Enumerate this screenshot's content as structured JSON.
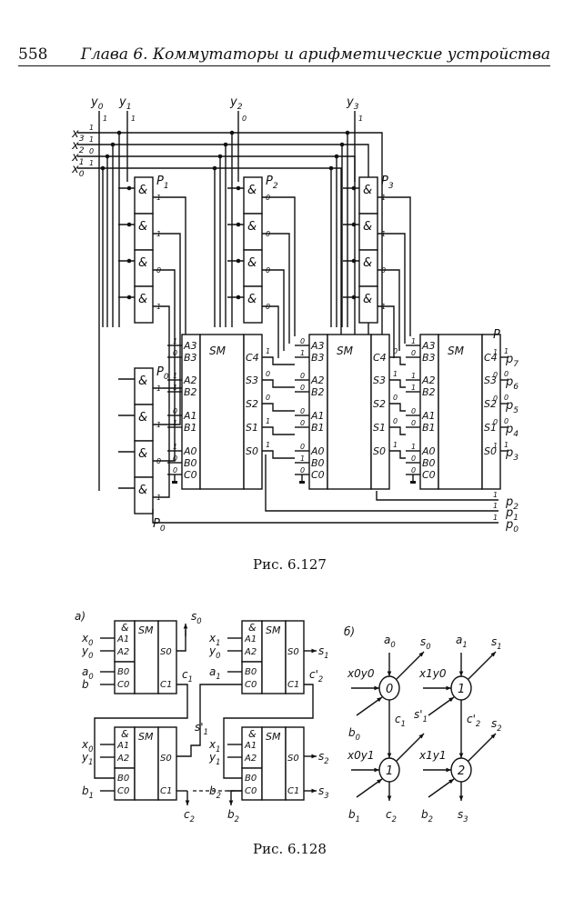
{
  "header": {
    "page_number": "558",
    "running_title": "Глава 6.  Коммутаторы и арифметические устройства"
  },
  "figure_127": {
    "caption": "Рис. 6.127",
    "y_inputs": [
      {
        "label": "y0",
        "value": "1"
      },
      {
        "label": "y1",
        "value": "1"
      },
      {
        "label": "y2",
        "value": "0"
      },
      {
        "label": "y3",
        "value": "1"
      }
    ],
    "x_inputs": [
      {
        "label": "x3",
        "value": "1"
      },
      {
        "label": "x2",
        "value": "1"
      },
      {
        "label": "x1",
        "value": "0"
      },
      {
        "label": "x0",
        "value": "1"
      }
    ],
    "and_groups": [
      {
        "label": "P1",
        "gate_symbol": "&",
        "outputs": [
          "1",
          "1",
          "0",
          "1"
        ]
      },
      {
        "label": "P2",
        "gate_symbol": "&",
        "outputs": [
          "0",
          "0",
          "0",
          "0"
        ]
      },
      {
        "label": "P3",
        "gate_symbol": "&",
        "outputs": [
          "1",
          "1",
          "0",
          "1"
        ]
      },
      {
        "label": "P0",
        "gate_symbol": "&",
        "outputs": [
          "1",
          "1",
          "0",
          "1"
        ]
      }
    ],
    "adders": [
      {
        "name": "SM",
        "inputs": [
          {
            "pin": "A3",
            "value": "1"
          },
          {
            "pin": "B3",
            "value": "0"
          },
          {
            "pin": "A2",
            "value": "1"
          },
          {
            "pin": "B2",
            "value": "1"
          },
          {
            "pin": "A1",
            "value": "0"
          },
          {
            "pin": "B1",
            "value": "1"
          },
          {
            "pin": "A0",
            "value": "1"
          },
          {
            "pin": "B0",
            "value": "0"
          },
          {
            "pin": "C0",
            "value": "0"
          }
        ],
        "outputs": [
          {
            "pin": "C4",
            "value": "1"
          },
          {
            "pin": "S3",
            "value": "0"
          },
          {
            "pin": "S2",
            "value": "0"
          },
          {
            "pin": "S1",
            "value": "1"
          },
          {
            "pin": "S0",
            "value": "1"
          }
        ]
      },
      {
        "name": "SM",
        "inputs": [
          {
            "pin": "A3",
            "value": "0"
          },
          {
            "pin": "B3",
            "value": "1"
          },
          {
            "pin": "A2",
            "value": "0"
          },
          {
            "pin": "B2",
            "value": "0"
          },
          {
            "pin": "A1",
            "value": "0"
          },
          {
            "pin": "B1",
            "value": "0"
          },
          {
            "pin": "A0",
            "value": "0"
          },
          {
            "pin": "B0",
            "value": "1"
          },
          {
            "pin": "C0",
            "value": "0"
          }
        ],
        "outputs": [
          {
            "pin": "C4",
            "value": "0"
          },
          {
            "pin": "S3",
            "value": "1"
          },
          {
            "pin": "S2",
            "value": "0"
          },
          {
            "pin": "S1",
            "value": "0"
          },
          {
            "pin": "S0",
            "value": "1"
          }
        ]
      },
      {
        "name": "SM",
        "inputs": [
          {
            "pin": "A3",
            "value": "1"
          },
          {
            "pin": "B3",
            "value": "0"
          },
          {
            "pin": "A2",
            "value": "1"
          },
          {
            "pin": "B2",
            "value": "1"
          },
          {
            "pin": "A1",
            "value": "0"
          },
          {
            "pin": "B1",
            "value": "0"
          },
          {
            "pin": "A0",
            "value": "1"
          },
          {
            "pin": "B0",
            "value": "0"
          },
          {
            "pin": "C0",
            "value": "0"
          }
        ],
        "outputs": [
          {
            "pin": "C4",
            "value": "1"
          },
          {
            "pin": "S3",
            "value": "0"
          },
          {
            "pin": "S2",
            "value": "0"
          },
          {
            "pin": "S1",
            "value": "0"
          },
          {
            "pin": "S0",
            "value": "1"
          }
        ]
      }
    ],
    "product_label": "P",
    "product_outputs": [
      {
        "label": "p7",
        "value": "1"
      },
      {
        "label": "p6",
        "value": "0"
      },
      {
        "label": "p5",
        "value": "0"
      },
      {
        "label": "p4",
        "value": "0"
      },
      {
        "label": "p3",
        "value": "1"
      },
      {
        "label": "p2",
        "value": "1"
      },
      {
        "label": "p1",
        "value": "1"
      },
      {
        "label": "p0",
        "value": "1"
      }
    ]
  },
  "figure_128": {
    "caption": "Рис. 6.128",
    "part_a_label": "а)",
    "part_b_label": "б)",
    "part_a_cells": [
      {
        "gate": "&",
        "sm": "SM",
        "in_a1": "x0",
        "in_a2": "y0",
        "in_b0": "a0",
        "in_c0": "b",
        "out_s0": "s0",
        "out_c1": "c1",
        "pins": [
          "A1",
          "A2",
          "B0",
          "C0",
          "S0",
          "C1"
        ]
      },
      {
        "gate": "&",
        "sm": "SM",
        "in_a1": "x1",
        "in_a2": "y0",
        "in_b0": "a1",
        "in_c0": "",
        "out_s0": "s1",
        "out_c1": "c'2",
        "pins": [
          "A1",
          "A2",
          "B0",
          "C0",
          "S0",
          "C1"
        ]
      },
      {
        "gate": "&",
        "sm": "SM",
        "in_a1": "x0",
        "in_a2": "y1",
        "in_b0": "",
        "in_c0": "b1",
        "out_s0": "s'1",
        "out_c1": "c2",
        "pins": [
          "A1",
          "A2",
          "B0",
          "C0",
          "S0",
          "C1"
        ]
      },
      {
        "gate": "&",
        "sm": "SM",
        "in_a1": "x1",
        "in_a2": "y1",
        "in_b0": "",
        "in_c0": "b2",
        "out_s0": "s2",
        "out_c1": "s3",
        "pins": [
          "A1",
          "A2",
          "B0",
          "C0",
          "S0",
          "C1"
        ]
      }
    ],
    "part_b_nodes": [
      {
        "id": "0",
        "in_top": "a0",
        "in_left": "x0y0",
        "in_diag": "b0",
        "out_diag": "s0",
        "out_down": "c1"
      },
      {
        "id": "1",
        "in_top": "a1",
        "in_left": "x1y0",
        "in_diag": "s'1",
        "out_diag": "s1",
        "out_down": "c'2"
      },
      {
        "id": "1",
        "in_top": "c1",
        "in_left": "x0y1",
        "in_diag": "b1",
        "out_diag": "s'1",
        "out_down": "c2"
      },
      {
        "id": "2",
        "in_top": "c'2",
        "in_left": "x1y1",
        "in_diag": "b2",
        "out_diag": "s2",
        "out_down": "s3"
      }
    ]
  }
}
